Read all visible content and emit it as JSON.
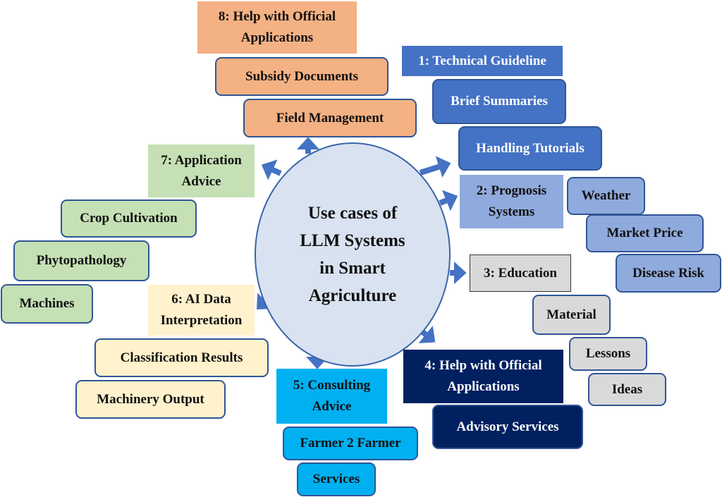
{
  "center": {
    "lines": [
      "Use cases of",
      "LLM Systems",
      "in Smart",
      "Agriculture"
    ]
  },
  "colors": {
    "orange": "#f4b183",
    "blue_mid": "#4472c4",
    "blue_light": "#8faadc",
    "gray": "#d9d9d9",
    "navy": "#002060",
    "cyan": "#00b0f0",
    "cream": "#fff2cc",
    "green": "#c5e0b4",
    "circle": "#d9e2f1",
    "arrow": "#4472c4",
    "border": "#2f5597"
  },
  "categories": [
    {
      "id": 1,
      "title_lines": [
        "1: Technical Guideline"
      ],
      "items": [
        "Brief Summaries",
        "Handling Tutorials"
      ]
    },
    {
      "id": 2,
      "title_lines": [
        "2: Prognosis",
        "Systems"
      ],
      "items": [
        "Weather",
        "Market Price",
        "Disease Risk"
      ]
    },
    {
      "id": 3,
      "title_lines": [
        "3: Education"
      ],
      "items": [
        "Material",
        "Lessons",
        "Ideas"
      ]
    },
    {
      "id": 4,
      "title_lines": [
        "4: Help with Official",
        "Applications"
      ],
      "items": [
        "Advisory Services"
      ]
    },
    {
      "id": 5,
      "title_lines": [
        "5: Consulting",
        "Advice"
      ],
      "items": [
        "Farmer 2 Farmer",
        "Services"
      ]
    },
    {
      "id": 6,
      "title_lines": [
        "6: AI Data",
        "Interpretation"
      ],
      "items": [
        "Classification Results",
        "Machinery Output"
      ]
    },
    {
      "id": 7,
      "title_lines": [
        "7: Application",
        "Advice"
      ],
      "items": [
        "Crop Cultivation",
        "Phytopathology",
        "Machines"
      ]
    },
    {
      "id": 8,
      "title_lines": [
        "8: Help with Official",
        "Applications"
      ],
      "items": [
        "Subsidy Documents",
        "Field Management"
      ]
    }
  ]
}
